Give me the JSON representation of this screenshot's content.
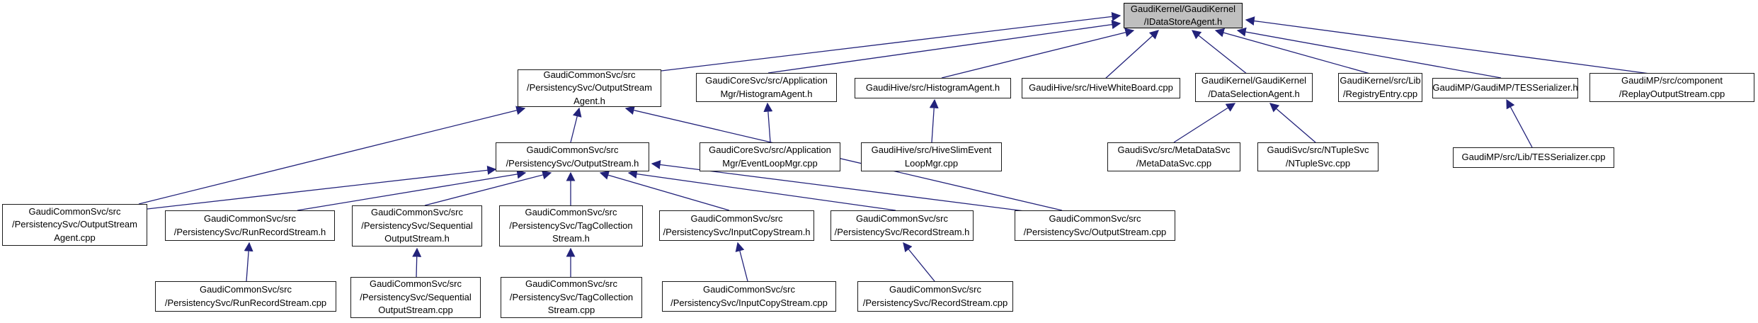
{
  "diagram": {
    "kind": "doxygen-included-by-graph",
    "colors": {
      "edge": "#22227a",
      "node_fill": "#ffffff",
      "node_border": "#1a1a1a",
      "root_fill": "#bfbfbf",
      "text": "#000000"
    },
    "nodes": {
      "root": {
        "label": "GaudiKernel/GaudiKernel\n/IDataStoreAgent.h"
      },
      "outputStreamAgentH": {
        "label": "GaudiCommonSvc/src\n/PersistencySvc/OutputStream\nAgent.h"
      },
      "coreHistogramAgentH": {
        "label": "GaudiCoreSvc/src/Application\nMgr/HistogramAgent.h"
      },
      "hiveHistogramAgentH": {
        "label": "GaudiHive/src/HistogramAgent.h"
      },
      "hiveWhiteBoardCpp": {
        "label": "GaudiHive/src/HiveWhiteBoard.cpp"
      },
      "dataSelectionAgentH": {
        "label": "GaudiKernel/GaudiKernel\n/DataSelectionAgent.h"
      },
      "registryEntryCpp": {
        "label": "GaudiKernel/src/Lib\n/RegistryEntry.cpp"
      },
      "tesSerializerH": {
        "label": "GaudiMP/GaudiMP/TESSerializer.h"
      },
      "replayOutputStreamCpp": {
        "label": "GaudiMP/src/component\n/ReplayOutputStream.cpp"
      },
      "outputStreamH": {
        "label": "GaudiCommonSvc/src\n/PersistencySvc/OutputStream.h"
      },
      "eventLoopMgrCpp": {
        "label": "GaudiCoreSvc/src/Application\nMgr/EventLoopMgr.cpp"
      },
      "hiveSlimEventLoopMgrCpp": {
        "label": "GaudiHive/src/HiveSlimEvent\nLoopMgr.cpp"
      },
      "metaDataSvcCpp": {
        "label": "GaudiSvc/src/MetaDataSvc\n/MetaDataSvc.cpp"
      },
      "nTupleSvcCpp": {
        "label": "GaudiSvc/src/NTupleSvc\n/NTupleSvc.cpp"
      },
      "tesSerializerCpp": {
        "label": "GaudiMP/src/Lib/TESSerializer.cpp"
      },
      "outputStreamAgentCpp": {
        "label": "GaudiCommonSvc/src\n/PersistencySvc/OutputStream\nAgent.cpp"
      },
      "runRecordStreamH": {
        "label": "GaudiCommonSvc/src\n/PersistencySvc/RunRecordStream.h"
      },
      "sequentialOutputStreamH": {
        "label": "GaudiCommonSvc/src\n/PersistencySvc/Sequential\nOutputStream.h"
      },
      "tagCollectionStreamH": {
        "label": "GaudiCommonSvc/src\n/PersistencySvc/TagCollection\nStream.h"
      },
      "inputCopyStreamH": {
        "label": "GaudiCommonSvc/src\n/PersistencySvc/InputCopyStream.h"
      },
      "recordStreamH": {
        "label": "GaudiCommonSvc/src\n/PersistencySvc/RecordStream.h"
      },
      "outputStreamCpp": {
        "label": "GaudiCommonSvc/src\n/PersistencySvc/OutputStream.cpp"
      },
      "runRecordStreamCpp": {
        "label": "GaudiCommonSvc/src\n/PersistencySvc/RunRecordStream.cpp"
      },
      "sequentialOutputStreamCpp": {
        "label": "GaudiCommonSvc/src\n/PersistencySvc/Sequential\nOutputStream.cpp"
      },
      "tagCollectionStreamCpp": {
        "label": "GaudiCommonSvc/src\n/PersistencySvc/TagCollection\nStream.cpp"
      },
      "inputCopyStreamCpp": {
        "label": "GaudiCommonSvc/src\n/PersistencySvc/InputCopyStream.cpp"
      },
      "recordStreamCpp": {
        "label": "GaudiCommonSvc/src\n/PersistencySvc/RecordStream.cpp"
      }
    },
    "edges": [
      {
        "from": "outputStreamAgentH",
        "to": "root"
      },
      {
        "from": "coreHistogramAgentH",
        "to": "root"
      },
      {
        "from": "hiveHistogramAgentH",
        "to": "root"
      },
      {
        "from": "hiveWhiteBoardCpp",
        "to": "root"
      },
      {
        "from": "dataSelectionAgentH",
        "to": "root"
      },
      {
        "from": "registryEntryCpp",
        "to": "root"
      },
      {
        "from": "tesSerializerH",
        "to": "root"
      },
      {
        "from": "replayOutputStreamCpp",
        "to": "root"
      },
      {
        "from": "outputStreamAgentCpp",
        "to": "outputStreamAgentH"
      },
      {
        "from": "outputStreamH",
        "to": "outputStreamAgentH"
      },
      {
        "from": "outputStreamCpp",
        "to": "outputStreamAgentH"
      },
      {
        "from": "outputStreamAgentCpp",
        "to": "outputStreamH"
      },
      {
        "from": "runRecordStreamH",
        "to": "outputStreamH"
      },
      {
        "from": "sequentialOutputStreamH",
        "to": "outputStreamH"
      },
      {
        "from": "tagCollectionStreamH",
        "to": "outputStreamH"
      },
      {
        "from": "inputCopyStreamH",
        "to": "outputStreamH"
      },
      {
        "from": "recordStreamH",
        "to": "outputStreamH"
      },
      {
        "from": "outputStreamCpp",
        "to": "outputStreamH"
      },
      {
        "from": "eventLoopMgrCpp",
        "to": "coreHistogramAgentH"
      },
      {
        "from": "hiveSlimEventLoopMgrCpp",
        "to": "hiveHistogramAgentH"
      },
      {
        "from": "metaDataSvcCpp",
        "to": "dataSelectionAgentH"
      },
      {
        "from": "nTupleSvcCpp",
        "to": "dataSelectionAgentH"
      },
      {
        "from": "tesSerializerCpp",
        "to": "tesSerializerH"
      },
      {
        "from": "runRecordStreamCpp",
        "to": "runRecordStreamH"
      },
      {
        "from": "sequentialOutputStreamCpp",
        "to": "sequentialOutputStreamH"
      },
      {
        "from": "tagCollectionStreamCpp",
        "to": "tagCollectionStreamH"
      },
      {
        "from": "inputCopyStreamCpp",
        "to": "inputCopyStreamH"
      },
      {
        "from": "recordStreamCpp",
        "to": "recordStreamH"
      }
    ]
  }
}
